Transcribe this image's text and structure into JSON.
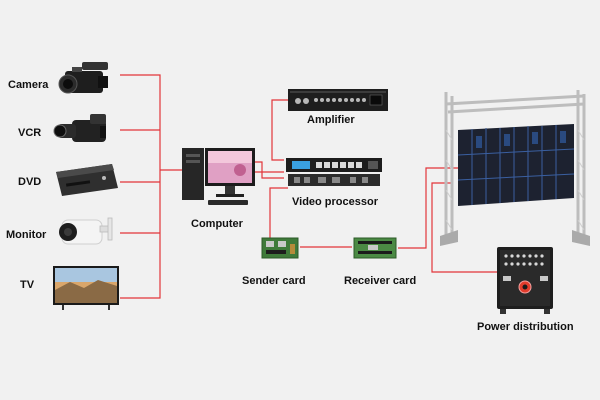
{
  "diagram": {
    "line_color": "#e2353a",
    "inputs": [
      {
        "label": "Camera",
        "icon": "camera-icon"
      },
      {
        "label": "VCR",
        "icon": "camcorder-icon"
      },
      {
        "label": "DVD",
        "icon": "dvd-player-icon"
      },
      {
        "label": "Monitor",
        "icon": "security-camera-icon"
      },
      {
        "label": "TV",
        "icon": "tv-icon"
      }
    ],
    "nodes": {
      "computer": {
        "label": "Computer",
        "icon": "computer-icon"
      },
      "amplifier": {
        "label": "Amplifier",
        "icon": "amplifier-icon"
      },
      "video_processor": {
        "label": "Video processor",
        "icon": "video-processor-icon"
      },
      "sender_card": {
        "label": "Sender card",
        "icon": "sender-card-icon"
      },
      "receiver_card": {
        "label": "Receiver card",
        "icon": "receiver-card-icon"
      },
      "led_screen": {
        "label": "",
        "icon": "led-screen-truss-icon"
      },
      "power_distribution": {
        "label": "Power distribution",
        "icon": "power-distribution-box-icon"
      }
    }
  }
}
